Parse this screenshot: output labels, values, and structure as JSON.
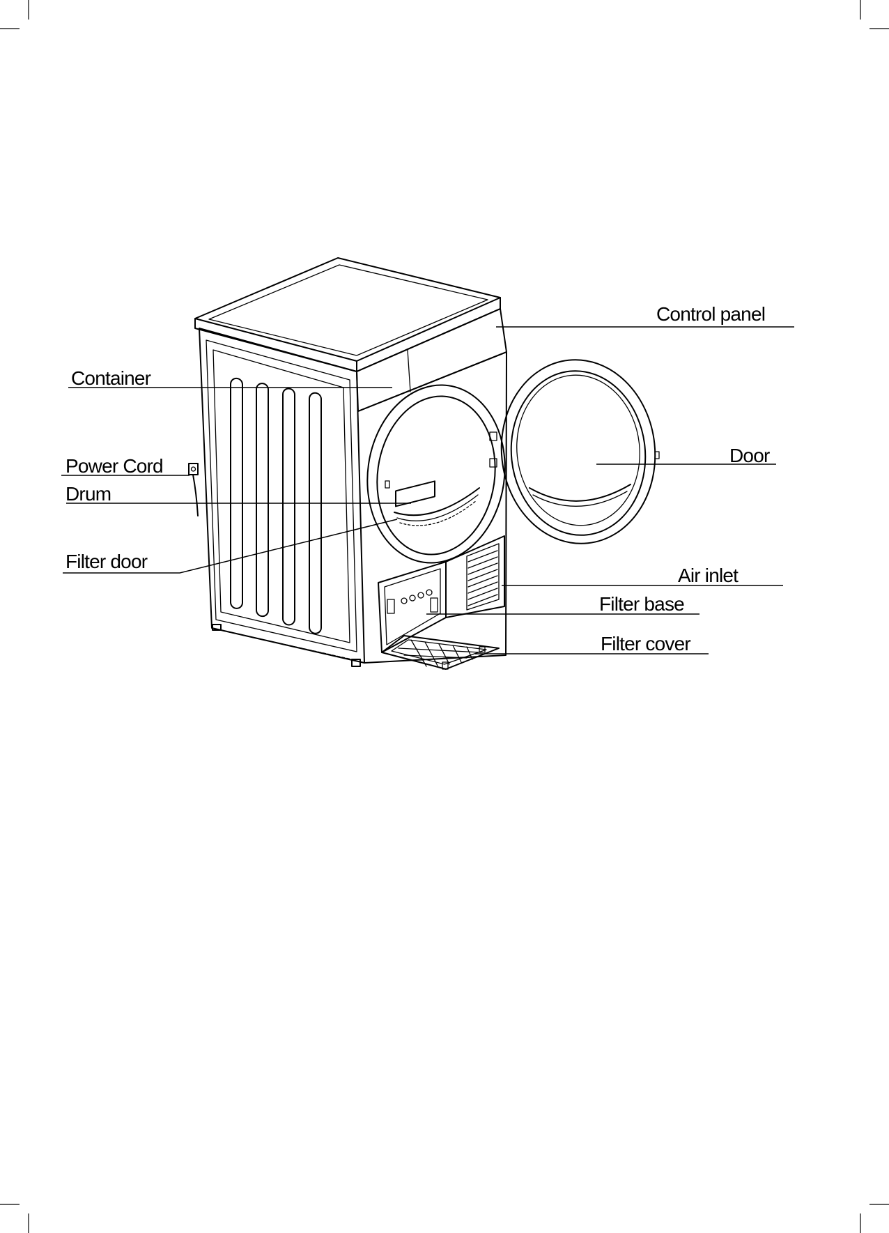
{
  "labels": {
    "control_panel": "Control panel",
    "container": "Container",
    "power_cord": "Power Cord",
    "drum": "Drum",
    "door": "Door",
    "filter_door": "Filter door",
    "air_inlet": "Air inlet",
    "filter_base": "Filter base",
    "filter_cover": "Filter cover"
  }
}
